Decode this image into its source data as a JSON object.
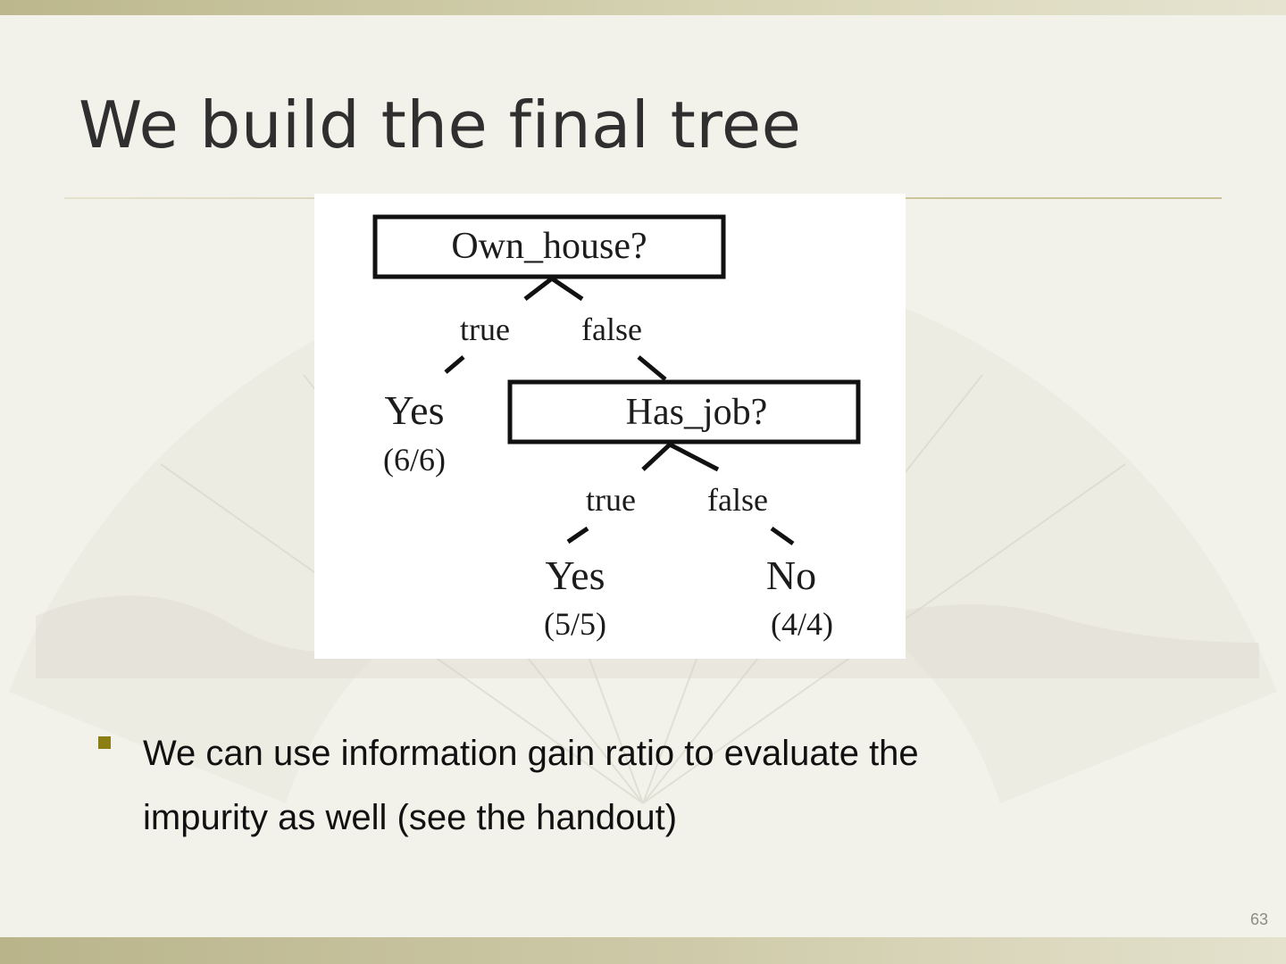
{
  "slide": {
    "title": "We build the final tree",
    "bullets": [
      {
        "lines": [
          "We can use information gain ratio to evaluate the",
          "impurity as well (see the handout)"
        ]
      }
    ],
    "slide_number": "63"
  },
  "tree": {
    "root": {
      "question": "Own_house?",
      "branches": [
        {
          "label": "true",
          "leaf": {
            "class": "Yes",
            "count": "(6/6)"
          }
        },
        {
          "label": "false",
          "node": {
            "question": "Has_job?",
            "branches": [
              {
                "label": "true",
                "leaf": {
                  "class": "Yes",
                  "count": "(5/5)"
                }
              },
              {
                "label": "false",
                "leaf": {
                  "class": "No",
                  "count": "(4/4)"
                }
              }
            ]
          }
        }
      ]
    }
  },
  "colors": {
    "accent": "#8a7e14",
    "title": "#2f2f2f",
    "band": "#bcb78c"
  }
}
